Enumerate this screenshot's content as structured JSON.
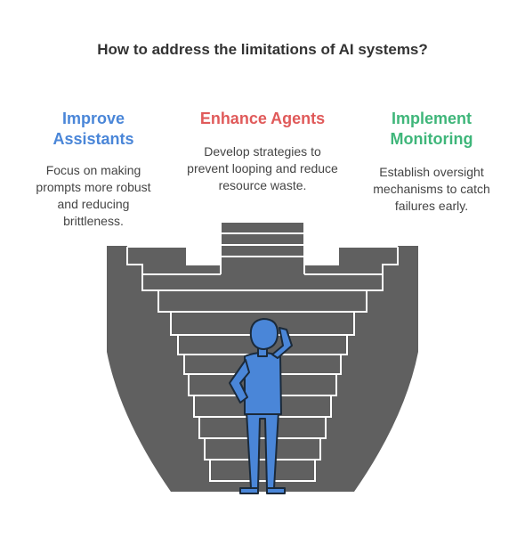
{
  "title": "How to address the limitations of AI systems?",
  "columns": [
    {
      "title": "Improve Assistants",
      "color": "#4a86d8",
      "description": "Focus on making prompts more robust and reducing brittleness."
    },
    {
      "title": "Enhance Agents",
      "color": "#e05a5a",
      "description": "Develop strategies to prevent looping and reduce resource waste."
    },
    {
      "title": "Implement Monitoring",
      "color": "#3fb67a",
      "description": "Establish oversight mechanisms to catch failures early."
    }
  ],
  "colors": {
    "stairs": "#606060",
    "step_line": "#ffffff",
    "person": "#4a86d8",
    "person_outline": "#1b2a3a"
  },
  "icons": [
    "stairs-illustration",
    "confused-person-icon"
  ]
}
